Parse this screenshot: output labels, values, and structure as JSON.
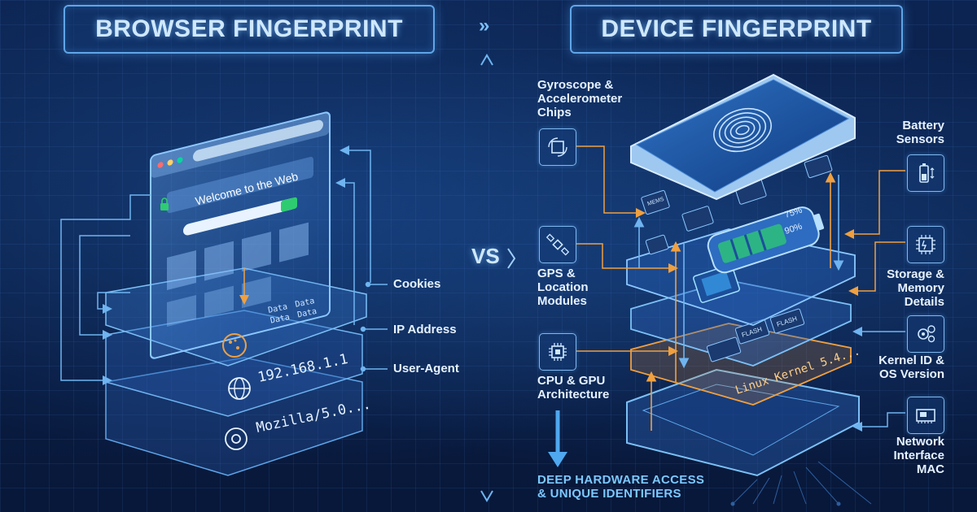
{
  "titles": {
    "browser": "BROWSER FINGERPRINT",
    "device": "DEVICE FINGERPRINT",
    "versus": "VS",
    "chevrons": "»"
  },
  "browser": {
    "window_text": "Welcome to the Web",
    "labels": {
      "cookies": "Cookies",
      "ip": "IP Address",
      "ua": "User-Agent"
    },
    "cookie_data": "Data",
    "ip_value": "192.168.1.1",
    "ua_value": "Mozilla/5.0..."
  },
  "device": {
    "labels": {
      "gyro": [
        "Gyroscope &",
        "Accelerometer",
        "Chips"
      ],
      "gps": [
        "GPS &",
        "Location",
        "Modules"
      ],
      "cpu": [
        "CPU & GPU",
        "Architecture"
      ],
      "battery": [
        "Battery",
        "Sensors"
      ],
      "storage": [
        "Storage &",
        "Memory",
        "Details"
      ],
      "kernel": [
        "Kernel ID &",
        "OS Version"
      ],
      "network": [
        "Network",
        "Interface",
        "MAC"
      ]
    },
    "kernel_text": "Linux Kernel 5.4...",
    "battery_pct": [
      "75%",
      "90%"
    ],
    "chip_label": "MEMS",
    "flash_label": "FLASH",
    "footer": [
      "DEEP HARDWARE ACCESS",
      "& UNIQUE IDENTIFIERS"
    ]
  },
  "colors": {
    "accent": "#5fa6e8",
    "orange": "#f0a040",
    "glow": "#7cc8ff",
    "background": "#0a1f44"
  }
}
